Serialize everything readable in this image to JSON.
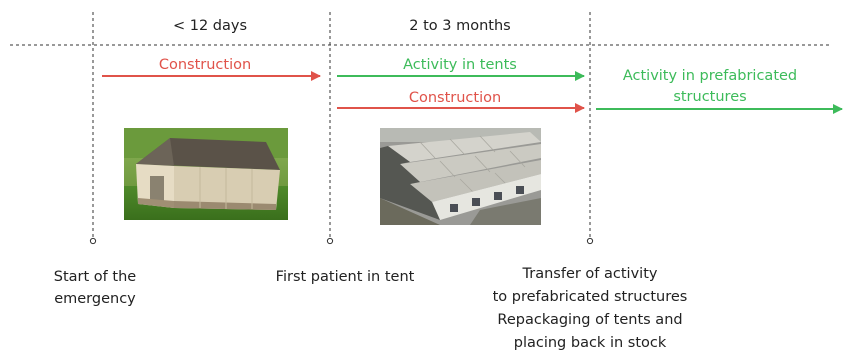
{
  "periods": {
    "first": "< 12 days",
    "second": "2 to 3 months"
  },
  "arrows": {
    "construction_1": "Construction",
    "activity_tents": "Activity in tents",
    "construction_2": "Construction",
    "activity_prefab_line1": "Activity in prefabricated",
    "activity_prefab_line2": "structures"
  },
  "milestones": {
    "start_line1": "Start of the",
    "start_line2": "emergency",
    "first_patient": "First patient in tent",
    "transfer_line1": "Transfer of activity",
    "transfer_line2": "to prefabricated structures",
    "transfer_line3": "Repackaging of tents and",
    "transfer_line4": "placing back in stock"
  },
  "colors": {
    "construction": "#e0534a",
    "activity": "#3dbb5a",
    "line": "#333333"
  },
  "icons": {
    "tent_photo": "tent-photo",
    "prefab_photo": "prefabricated-structures-photo"
  }
}
